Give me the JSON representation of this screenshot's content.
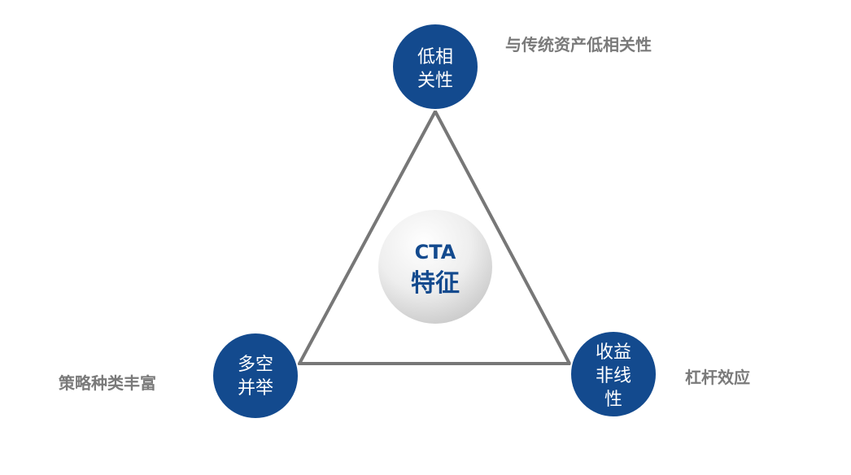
{
  "center": {
    "line1": "CTA",
    "line2": "特征"
  },
  "nodes": {
    "top": {
      "line1": "低相",
      "line2": "关性"
    },
    "left": {
      "line1": "多空",
      "line2": "并举"
    },
    "right": {
      "line1": "收益",
      "line2": "非线",
      "line3": "性"
    }
  },
  "labels": {
    "top": "与传统资产低相关性",
    "left": "策略种类丰富",
    "right": "杠杆效应"
  },
  "colors": {
    "node_fill": "#134a8e",
    "triangle_stroke": "#777777",
    "label_text": "#7a7a7a",
    "center_text": "#134a8e"
  }
}
